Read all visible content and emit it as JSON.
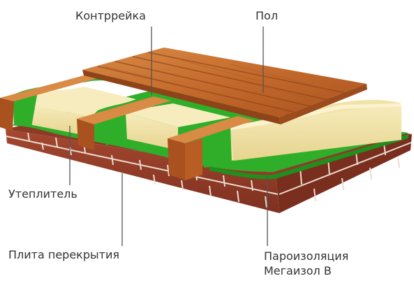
{
  "labels": {
    "counter_batten": "Контррейка",
    "floor": "Пол",
    "insulation": "Утеплитель",
    "slab": "Плита перекрытия",
    "vapor_barrier_line1": "Пароизоляция",
    "vapor_barrier_line2": "Мегаизол В"
  },
  "colors": {
    "brick": "#9a3f2a",
    "mortar": "#e8ddd2",
    "membrane": "#2fae2a",
    "insulation": "#f1e3a6",
    "wood": "#c46a2c",
    "wood_dark": "#8e4418",
    "leader": "#555555"
  }
}
